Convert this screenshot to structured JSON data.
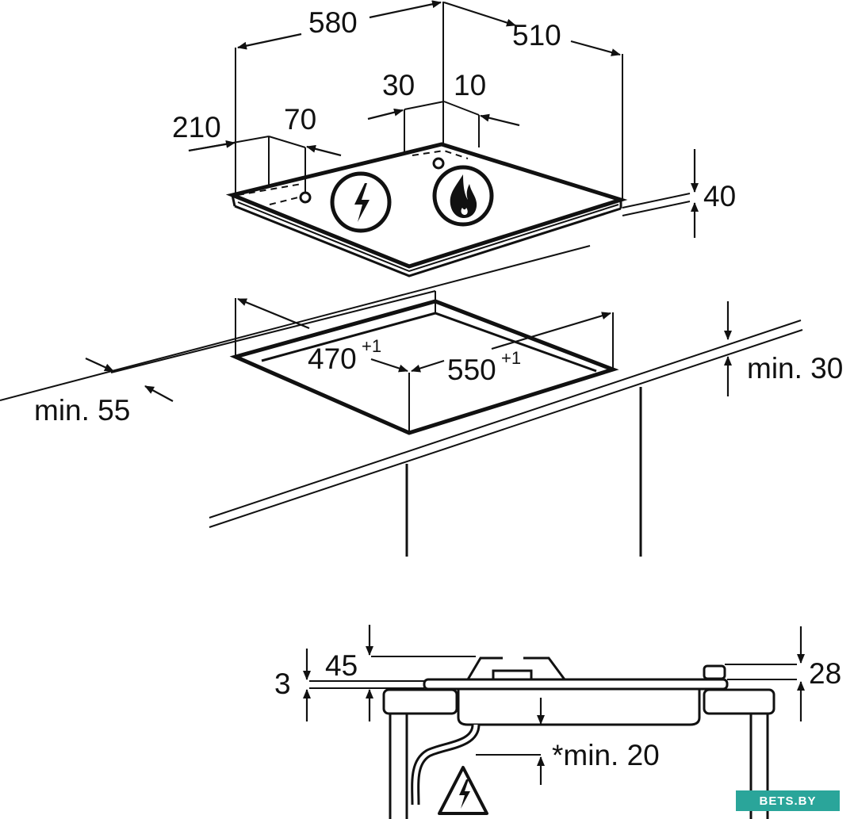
{
  "dimensions": {
    "width_580": "580",
    "depth_510": "510",
    "offset_30": "30",
    "offset_10": "10",
    "offset_210": "210",
    "offset_70": "70",
    "height_40": "40",
    "cutout_470": "470",
    "cutout_470_tol": "+1",
    "cutout_550": "550",
    "cutout_550_tol": "+1",
    "min_55": "min. 55",
    "min_30": "min. 30",
    "h_45": "45",
    "h_3": "3",
    "h_28": "28",
    "min_20": "*min. 20"
  },
  "icons": {
    "electric": "lightning-bolt-icon",
    "gas": "flame-icon",
    "warning": "electrical-warning-triangle-icon"
  },
  "watermark": "BETS.BY",
  "colors": {
    "line": "#111111",
    "watermark_bg": "#2aa59a"
  }
}
